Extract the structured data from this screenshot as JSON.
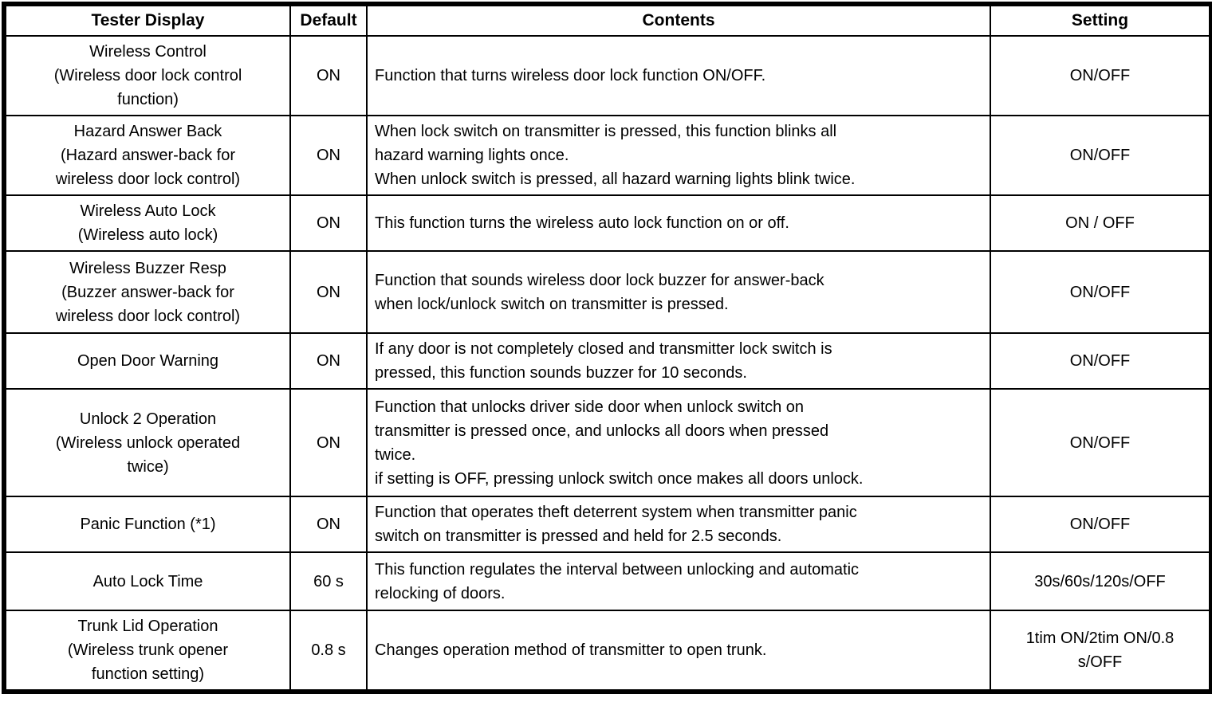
{
  "table": {
    "headers": {
      "tester_display": "Tester Display",
      "default": "Default",
      "contents": "Contents",
      "setting": "Setting"
    },
    "rows": [
      {
        "tester_display": "Wireless Control\n(Wireless door lock control\nfunction)",
        "default": "ON",
        "contents": "Function that turns wireless door lock function ON/OFF.",
        "setting": "ON/OFF"
      },
      {
        "tester_display": "Hazard Answer Back\n(Hazard answer-back for\nwireless door lock control)",
        "default": "ON",
        "contents": "When lock switch on transmitter is pressed, this function blinks all\nhazard warning lights once.\nWhen unlock switch is pressed, all hazard warning lights blink twice.",
        "setting": "ON/OFF"
      },
      {
        "tester_display": "Wireless Auto Lock\n(Wireless auto lock)",
        "default": "ON",
        "contents": "This function turns the wireless auto lock function on or off.",
        "setting": "ON / OFF"
      },
      {
        "tester_display": "Wireless Buzzer Resp\n(Buzzer answer-back for\nwireless door lock control)",
        "default": "ON",
        "contents": "Function that sounds wireless door lock buzzer for answer-back\nwhen lock/unlock switch on transmitter is pressed.",
        "setting": "ON/OFF"
      },
      {
        "tester_display": "Open Door Warning",
        "default": "ON",
        "contents": "If any door is not completely closed and transmitter lock switch is\npressed, this function sounds buzzer for 10 seconds.",
        "setting": "ON/OFF"
      },
      {
        "tester_display": "Unlock 2 Operation\n(Wireless unlock operated\ntwice)",
        "default": "ON",
        "contents": "Function that unlocks driver side door when unlock switch on\ntransmitter is pressed once, and unlocks all doors when pressed\ntwice.\nif setting is OFF, pressing unlock switch once makes all doors unlock.",
        "setting": "ON/OFF"
      },
      {
        "tester_display": "Panic Function (*1)",
        "default": "ON",
        "contents": "Function that operates theft deterrent system when transmitter panic\nswitch on transmitter is pressed and held for 2.5 seconds.",
        "setting": "ON/OFF"
      },
      {
        "tester_display": "Auto Lock Time",
        "default": "60 s",
        "contents": "This function regulates the interval between unlocking and automatic\nrelocking of doors.",
        "setting": "30s/60s/120s/OFF"
      },
      {
        "tester_display": "Trunk Lid Operation\n(Wireless trunk opener\nfunction setting)",
        "default": "0.8 s",
        "contents": "Changes operation method of transmitter to open trunk.",
        "setting": "1tim ON/2tim ON/0.8\ns/OFF"
      }
    ]
  }
}
